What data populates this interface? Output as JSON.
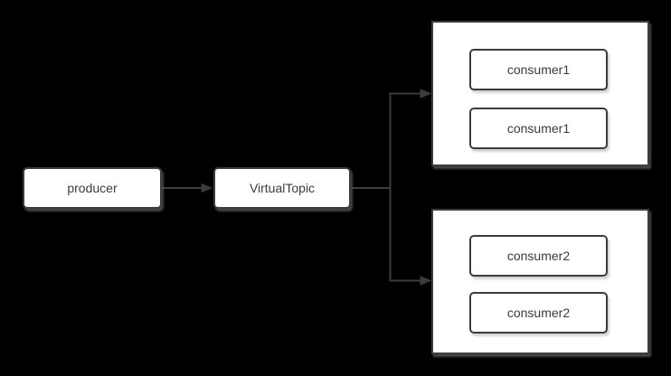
{
  "nodes": {
    "producer": {
      "label": "producer"
    },
    "virtual_topic": {
      "label": "VirtualTopic"
    }
  },
  "groups": [
    {
      "consumers": [
        {
          "label": "consumer1"
        },
        {
          "label": "consumer1"
        }
      ]
    },
    {
      "consumers": [
        {
          "label": "consumer2"
        },
        {
          "label": "consumer2"
        }
      ]
    }
  ],
  "colors": {
    "background": "#000000",
    "node_fill": "#ffffff",
    "border": "#3c3c3c",
    "connector": "#3c3c3c",
    "text": "#3b3b3b"
  }
}
